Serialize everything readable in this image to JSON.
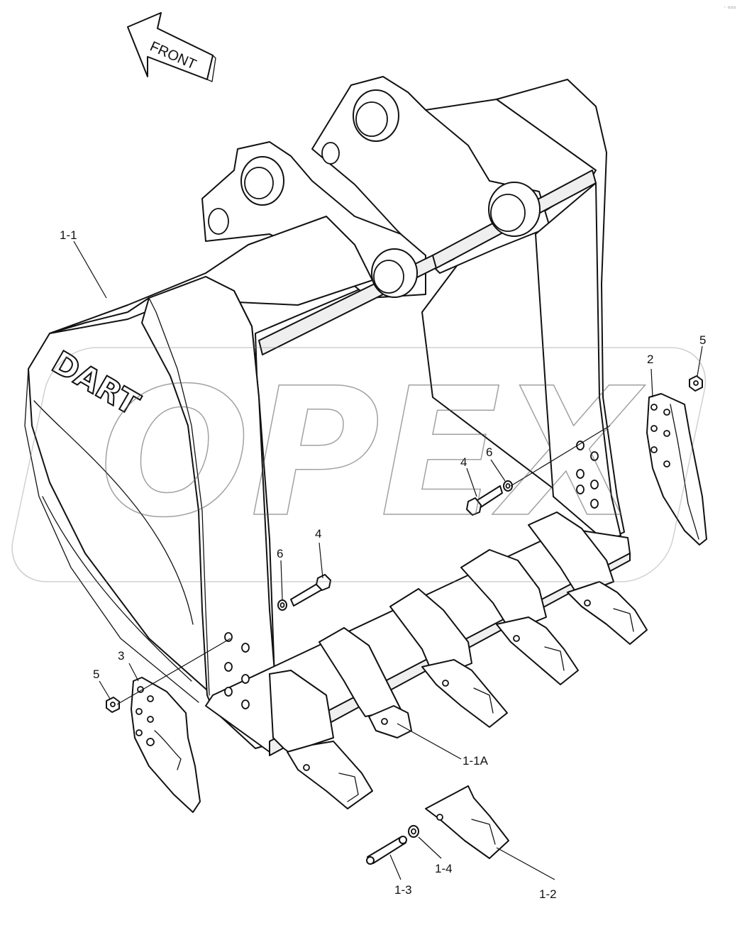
{
  "diagram": {
    "direction_label": "FRONT",
    "brand_logo": "DART",
    "watermark": "OPEX",
    "corner_mark": "◦ ▫▫▫",
    "callouts": {
      "bucket_assembly": "1-1",
      "adapter": "1-1A",
      "tooth_point": "1-2",
      "tooth_pin": "1-3",
      "pin_lock": "1-4",
      "right_side_cutter": "2",
      "left_side_cutter": "3",
      "bolt_right": "4",
      "bolt_left": "4",
      "nut_right": "5",
      "nut_left": "5",
      "washer_right": "6",
      "washer_left": "6"
    }
  }
}
